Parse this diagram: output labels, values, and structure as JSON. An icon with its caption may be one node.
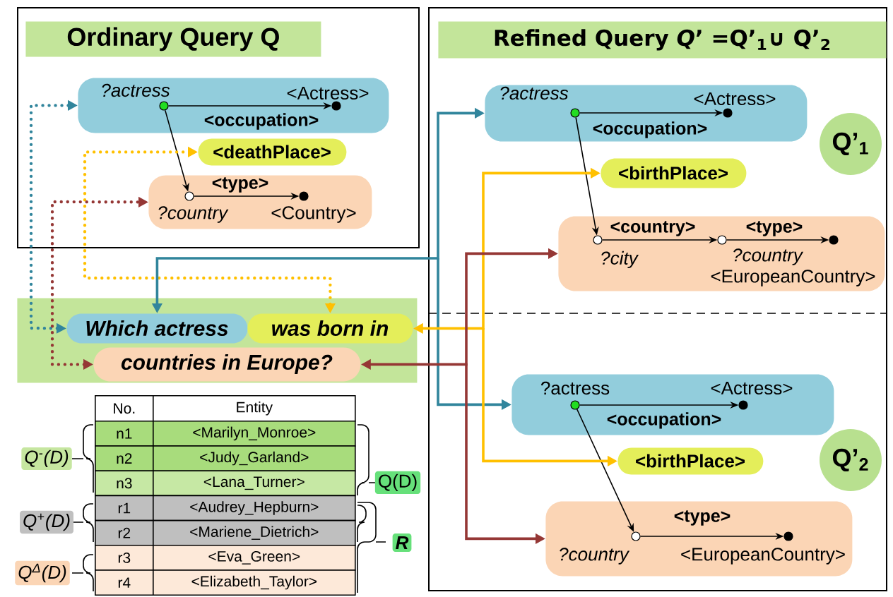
{
  "diagram": {
    "nodes": [
      {
        "text": [
          "Ordinary Query Q"
        ]
      },
      {
        "text": [
          "?actress",
          "<Actress>"
        ],
        "in": 0
      },
      {
        "text": [],
        "shape": "circle",
        "in": 1
      },
      {
        "text": [],
        "shape": "circle",
        "in": 1
      },
      {
        "text": [
          "<deathPlace>"
        ],
        "in": 0
      },
      {
        "text": [
          "?country",
          "<Country>"
        ],
        "in": 0
      },
      {
        "text": [],
        "shape": "circle",
        "in": 5
      },
      {
        "text": [],
        "shape": "circle",
        "in": 5
      },
      {
        "text": [
          "Refined Query *Q*’ =Q’$_{1}$∪ Q’$_{2}$"
        ]
      },
      {
        "text": [
          "Q’$_{1}$"
        ],
        "in": 8
      },
      {
        "text": [
          "?actress",
          "<Actress>"
        ],
        "in": 8
      },
      {
        "text": [],
        "shape": "circle",
        "in": 10
      },
      {
        "text": [],
        "shape": "circle",
        "in": 10
      },
      {
        "text": [
          "<birthPlace>"
        ],
        "in": 8
      },
      {
        "text": [
          "?city",
          "?country",
          "<EuropeanCountry>"
        ],
        "in": 8
      },
      {
        "text": [],
        "shape": "circle",
        "in": 14
      },
      {
        "text": [],
        "shape": "circle",
        "in": 14
      },
      {
        "text": [],
        "shape": "circle",
        "in": 14
      },
      {
        "text": [
          "Q’$_{2}$"
        ],
        "in": 8
      },
      {
        "text": [
          "?actress",
          "<Actress>"
        ],
        "in": 8
      },
      {
        "text": [],
        "shape": "circle",
        "in": 19
      },
      {
        "text": [],
        "shape": "circle",
        "in": 19
      },
      {
        "text": [
          "<birthPlace>"
        ],
        "in": 8
      },
      {
        "text": [
          "?country",
          "<EuropeanCountry>"
        ],
        "in": 8
      },
      {
        "text": [],
        "shape": "circle",
        "in": 23
      },
      {
        "text": [],
        "shape": "circle",
        "in": 23
      },
      {
        "text": [],
        "shape": "box"
      },
      {
        "text": [
          "Which actress"
        ],
        "in": 26
      },
      {
        "text": [
          "was born in"
        ],
        "in": 26
      },
      {
        "text": [
          "countries in Europe?"
        ],
        "in": 26
      },
      {
        "text": [
          "Q$^{-}$(D)"
        ]
      },
      {
        "text": [
          "Q$^{+}$(D)"
        ]
      },
      {
        "text": [
          "Q$^{Δ}$(D)"
        ]
      },
      {
        "text": [
          "Q(D)"
        ]
      },
      {
        "text": [
          "R"
        ]
      }
    ],
    "edges": [
      {
        "from": 2,
        "to": 3,
        "arrow": "to",
        "label": "<occupation>"
      },
      {
        "from": 2,
        "to": 6,
        "arrow": "to"
      },
      {
        "from": 6,
        "to": 7,
        "arrow": "to",
        "label": "<type>"
      },
      {
        "from": 11,
        "to": 12,
        "arrow": "to",
        "label": "<occupation>"
      },
      {
        "from": 11,
        "to": 15,
        "arrow": "to"
      },
      {
        "from": 15,
        "to": 16,
        "arrow": "to",
        "label": "<country>"
      },
      {
        "from": 16,
        "to": 17,
        "arrow": "to",
        "label": "<type>"
      },
      {
        "from": 20,
        "to": 21,
        "arrow": "to",
        "label": "<occupation>"
      },
      {
        "from": 20,
        "to": 24,
        "arrow": "to"
      },
      {
        "from": 24,
        "to": 25,
        "arrow": "to",
        "label": "<type>"
      },
      {
        "from": 27,
        "to": 1,
        "arrow": "both",
        "style": "dashed",
        "color": "#31859c"
      },
      {
        "from": 28,
        "to": 4,
        "arrow": "both",
        "style": "dashed",
        "color": "#ffc000"
      },
      {
        "from": 29,
        "to": 5,
        "arrow": "both",
        "style": "dashed",
        "color": "#953735"
      },
      {
        "from": 27,
        "to": 10,
        "arrow": "both",
        "color": "#31859c"
      },
      {
        "from": 27,
        "to": 19,
        "arrow": "both",
        "color": "#31859c"
      },
      {
        "from": 28,
        "to": 13,
        "arrow": "both",
        "color": "#ffc000"
      },
      {
        "from": 28,
        "to": 22,
        "arrow": "both",
        "color": "#ffc000"
      },
      {
        "from": 29,
        "to": 14,
        "arrow": "both",
        "color": "#953735"
      },
      {
        "from": 29,
        "to": 23,
        "arrow": "both",
        "color": "#953735"
      }
    ],
    "labels": [
      "No.",
      "Entity",
      "n1",
      "<Marilyn_Monroe>",
      "n2",
      "<Judy_Garland>",
      "n3",
      "<Lana_Turner>",
      "r1",
      "<Audrey_Hepburn>",
      "r2",
      "<Mariene_Dietrich>",
      "r3",
      "<Eva_Green>",
      "r4",
      "<Elizabeth_Taylor>"
    ]
  }
}
